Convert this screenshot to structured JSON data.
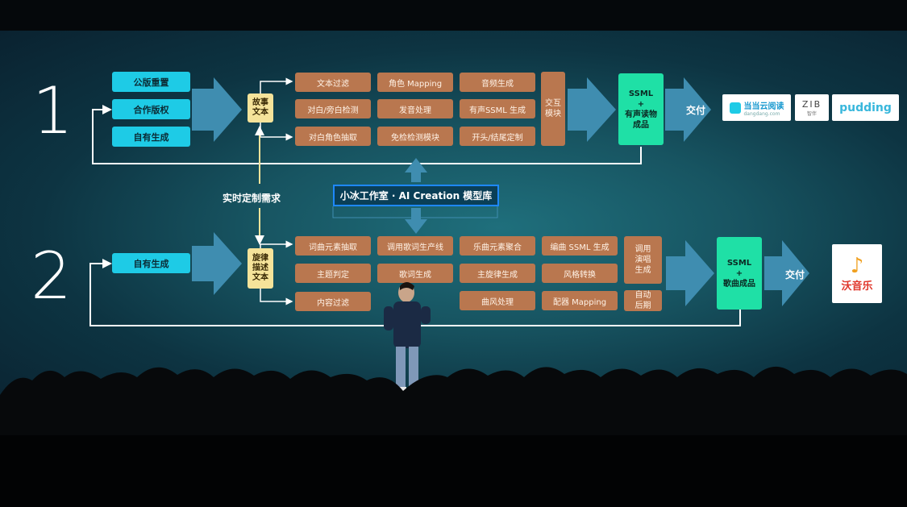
{
  "row_numbers": [
    "1",
    "2"
  ],
  "row1": {
    "sources": [
      "公版重置",
      "合作版权",
      "自有生成"
    ],
    "story_text": "故事\n文本",
    "modules": [
      [
        "文本过滤",
        "角色 Mapping",
        "音频生成"
      ],
      [
        "对白/旁白检测",
        "发音处理",
        "有声SSML 生成"
      ],
      [
        "对白角色抽取",
        "免检检测模块",
        "开头/结尾定制"
      ]
    ],
    "interact": "交互\n模块",
    "output": "SSML\n+\n有声读物\n成品",
    "deliver": "交付",
    "partners": {
      "dangdang_name": "当当云阅读",
      "dangdang_url": "dangdang.com",
      "zib": "ZIB",
      "zib_sub": "智伴",
      "pudding": "pudding"
    }
  },
  "center": {
    "realtime": "实时定制需求",
    "library": "小冰工作室 · AI Creation 模型库"
  },
  "row2": {
    "sources": [
      "自有生成"
    ],
    "melody_text": "旋律\n描述\n文本",
    "modules": [
      [
        "词曲元素抽取",
        "调用歌词生产线",
        "乐曲元素聚合",
        "编曲 SSML 生成"
      ],
      [
        "主题判定",
        "歌词生成",
        "主旋律生成",
        "风格转换"
      ],
      [
        "内容过滤",
        "",
        "曲风处理",
        "配器 Mapping"
      ]
    ],
    "side_top": "调用\n演唱\n生成",
    "side_bottom": "自动\n后期",
    "output": "SSML\n+\n歌曲成品",
    "deliver": "交付",
    "partner": "沃音乐"
  },
  "colors": {
    "cyan": "#1ecbe6",
    "brown": "#b9774f",
    "yellow": "#f5e39a",
    "green": "#1fe0a6",
    "arrow": "#3f8db0",
    "accent_blue": "#1e88ff"
  }
}
